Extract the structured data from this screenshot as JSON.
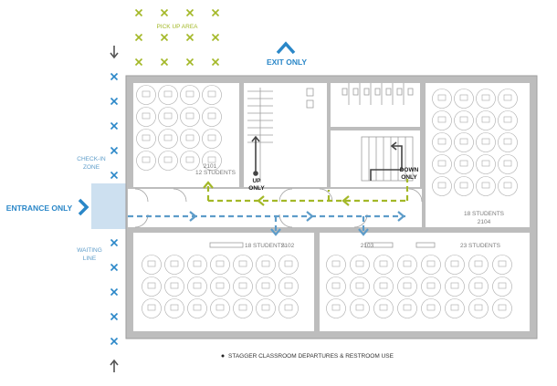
{
  "labels": {
    "pickup": "PICK UP AREA",
    "exit": "EXIT ONLY",
    "entrance": "ENTRANCE ONLY",
    "checkin": [
      "CHECK-IN",
      "ZONE"
    ],
    "waiting": [
      "WAITING",
      "LINE"
    ],
    "up_only": [
      "UP",
      "ONLY"
    ],
    "down_only": [
      "DOWN",
      "ONLY"
    ],
    "note": "STAGGER CLASSROOM DEPARTURES & RESTROOM USE"
  },
  "rooms": {
    "r2101": {
      "students": "12 STUDENTS",
      "number": "2101"
    },
    "r2102": {
      "students": "18 STUDENTS",
      "number": "2102"
    },
    "r2103": {
      "students": "23 STUDENTS",
      "number": "2103"
    },
    "r2104": {
      "students": "18 STUDENTS",
      "number": "2104"
    }
  },
  "colors": {
    "entry_blue": "#2a87c8",
    "exit_green": "#a3b827",
    "wall_gray": "#bdbdbd",
    "zone_blue": "#cde0f0"
  },
  "icons": [
    "x-marker-icon",
    "arrow-down-icon",
    "arrow-up-icon",
    "chevron-up-icon",
    "chevron-right-icon",
    "desk-icon"
  ]
}
